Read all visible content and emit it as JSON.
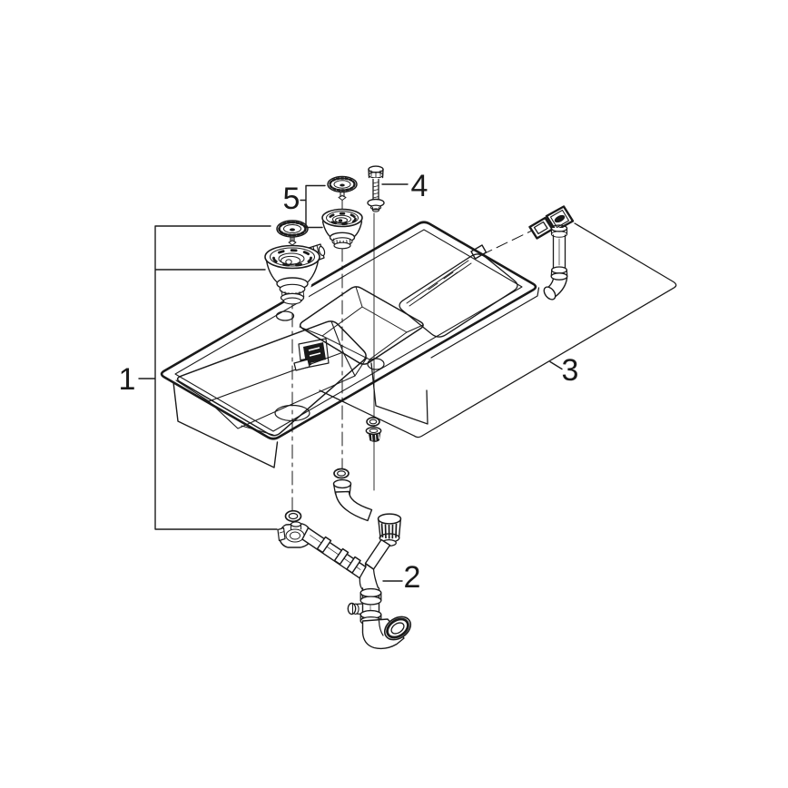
{
  "diagram": {
    "background": "#ffffff",
    "line_color": "#1a1a1a",
    "callouts": [
      {
        "number": "1",
        "part": "sink-with-basket-strainer"
      },
      {
        "number": "2",
        "part": "drain-pipe-assembly"
      },
      {
        "number": "3",
        "part": "overflow-assembly"
      },
      {
        "number": "4",
        "part": "fixing-screw"
      },
      {
        "number": "5",
        "part": "basket-strainer-waste"
      }
    ]
  }
}
